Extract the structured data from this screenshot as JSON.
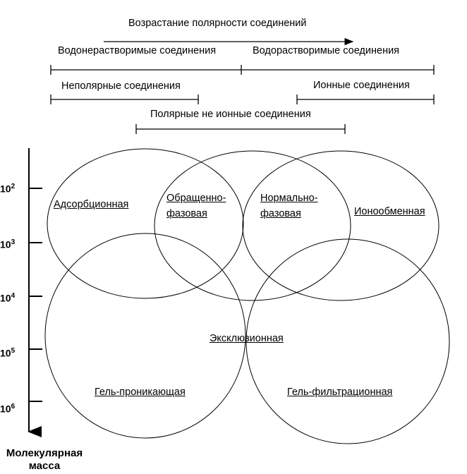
{
  "header": {
    "polarity_increase": "Возрастание полярности соединений",
    "water_insoluble": "Водонерастворимые соединения",
    "water_soluble": "Водорастворимые соединения",
    "nonpolar": "Неполярные соединения",
    "ionic": "Ионные соединения",
    "polar_nonionic": "Полярные не ионные соединения"
  },
  "regions": {
    "adsorption": "Адсорбционная",
    "reversed_phase_1": "Обращенно-",
    "reversed_phase_2": "фазовая",
    "normal_phase_1": "Нормально-",
    "normal_phase_2": "фазовая",
    "ion_exchange": "Ионообменная",
    "exclusion": "Эксклюзионная",
    "gel_permeation": "Гель-проникающая",
    "gel_filtration": "Гель-фильтрационная"
  },
  "y_axis": {
    "title_line1": "Молекулярная",
    "title_line2": "масса",
    "ticks": [
      {
        "base": "10",
        "exp": "2"
      },
      {
        "base": "10",
        "exp": "3"
      },
      {
        "base": "10",
        "exp": "4"
      },
      {
        "base": "10",
        "exp": "5"
      },
      {
        "base": "10",
        "exp": "6"
      }
    ]
  }
}
